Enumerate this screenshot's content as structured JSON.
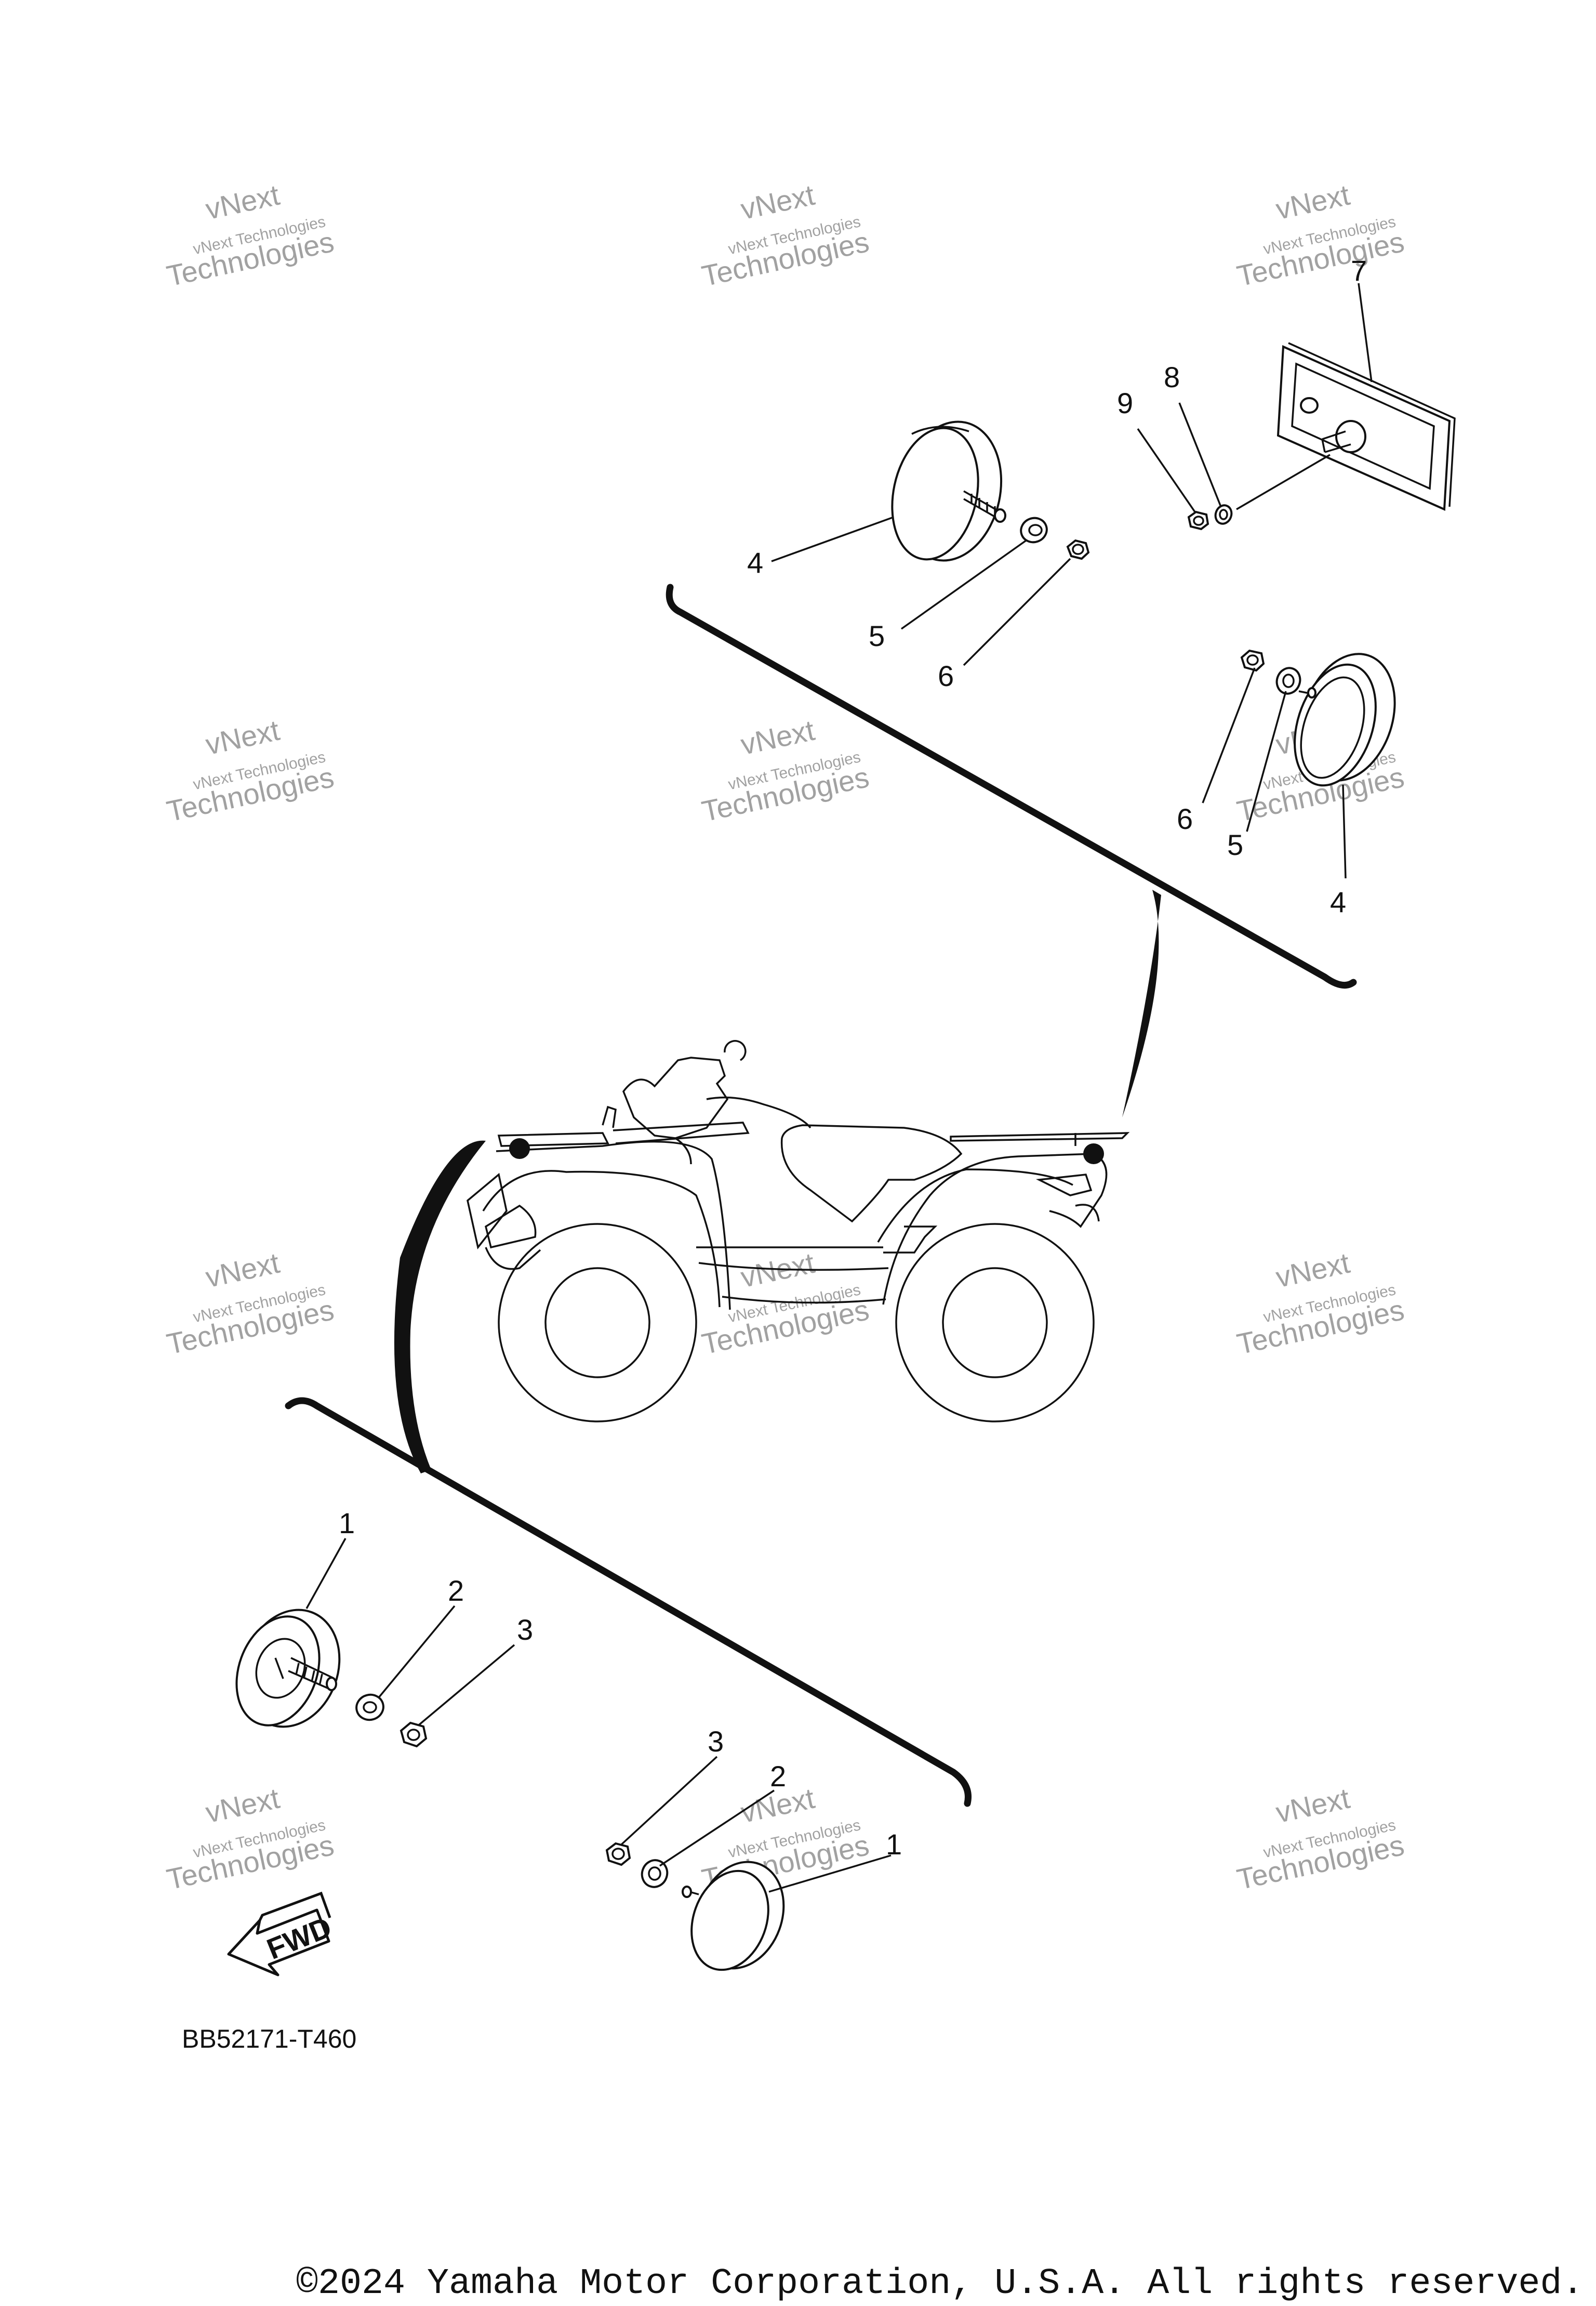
{
  "watermark": {
    "line1": "vNext",
    "line2": "vNext Technologies",
    "line3": "Technologies"
  },
  "callouts": {
    "n1a": "1",
    "n2a": "2",
    "n3a": "3",
    "n1b": "1",
    "n2b": "2",
    "n3b": "3",
    "n4a": "4",
    "n5a": "5",
    "n6a": "6",
    "n4b": "4",
    "n5b": "5",
    "n6b": "6",
    "n7": "7",
    "n8": "8",
    "n9": "9"
  },
  "fwd_badge": "FWD",
  "diagram_code": "BB52171-T460",
  "copyright": "©2024 Yamaha Motor Corporation, U.S.A. All rights reserved."
}
